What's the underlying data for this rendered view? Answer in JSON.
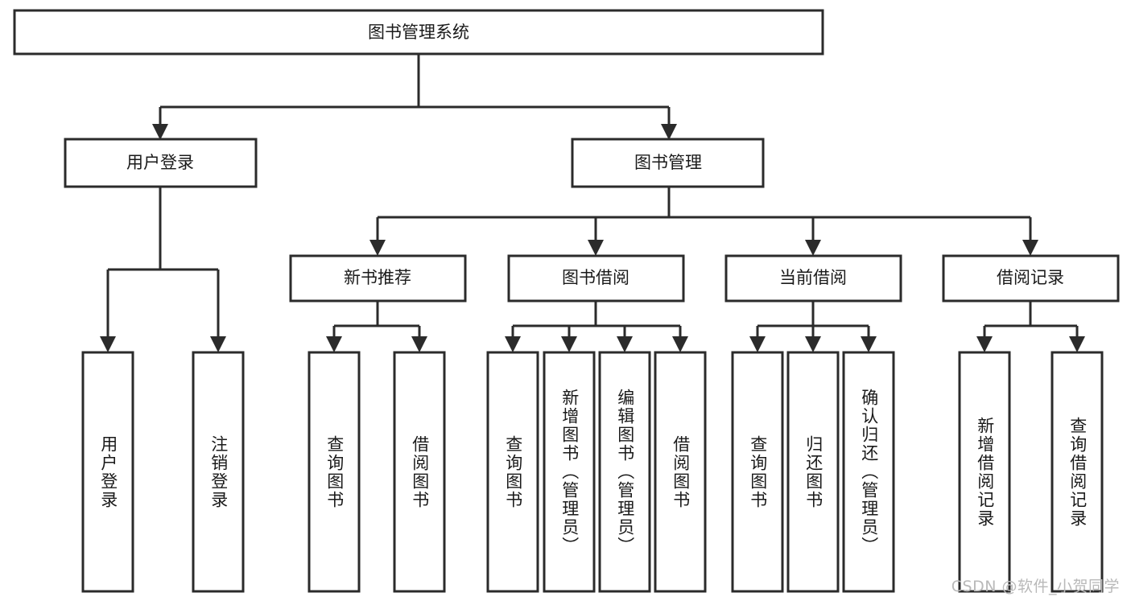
{
  "diagram": {
    "type": "tree",
    "title": "图书管理系统",
    "orientation": "top-down",
    "colors": {
      "stroke": "#2b2b2b",
      "fill": "#ffffff",
      "text": "#1a1a1a",
      "background": "#ffffff",
      "watermark": "#b9b9b9"
    },
    "nodes": {
      "root": {
        "label": "图书管理系统"
      },
      "level2": [
        {
          "id": "user-login",
          "label": "用户登录"
        },
        {
          "id": "book-manage",
          "label": "图书管理"
        }
      ],
      "level3": [
        {
          "id": "new-book-recommend",
          "label": "新书推荐",
          "parent": "book-manage"
        },
        {
          "id": "book-borrow",
          "label": "图书借阅",
          "parent": "book-manage"
        },
        {
          "id": "current-borrow",
          "label": "当前借阅",
          "parent": "book-manage"
        },
        {
          "id": "borrow-record",
          "label": "借阅记录",
          "parent": "book-manage"
        }
      ],
      "leaves": [
        {
          "id": "leaf-user-login",
          "label": "用户登录",
          "parent": "user-login"
        },
        {
          "id": "leaf-logout-login",
          "label": "注销登录",
          "parent": "user-login"
        },
        {
          "id": "leaf-query-book-1",
          "label": "查询图书",
          "parent": "new-book-recommend"
        },
        {
          "id": "leaf-borrow-book-1",
          "label": "借阅图书",
          "parent": "new-book-recommend"
        },
        {
          "id": "leaf-query-book-2",
          "label": "查询图书",
          "parent": "book-borrow"
        },
        {
          "id": "leaf-add-book",
          "label": "新增图书（管理员）",
          "parent": "book-borrow"
        },
        {
          "id": "leaf-edit-book",
          "label": "编辑图书（管理员）",
          "parent": "book-borrow"
        },
        {
          "id": "leaf-borrow-book-2",
          "label": "借阅图书",
          "parent": "book-borrow"
        },
        {
          "id": "leaf-query-book-3",
          "label": "查询图书",
          "parent": "current-borrow"
        },
        {
          "id": "leaf-return-book",
          "label": "归还图书",
          "parent": "current-borrow"
        },
        {
          "id": "leaf-confirm-return",
          "label": "确认归还（管理员）",
          "parent": "current-borrow"
        },
        {
          "id": "leaf-add-record",
          "label": "新增借阅记录",
          "parent": "borrow-record"
        },
        {
          "id": "leaf-query-record",
          "label": "查询借阅记录",
          "parent": "borrow-record"
        }
      ]
    },
    "watermark": "CSDN @软件_小贺同学"
  }
}
